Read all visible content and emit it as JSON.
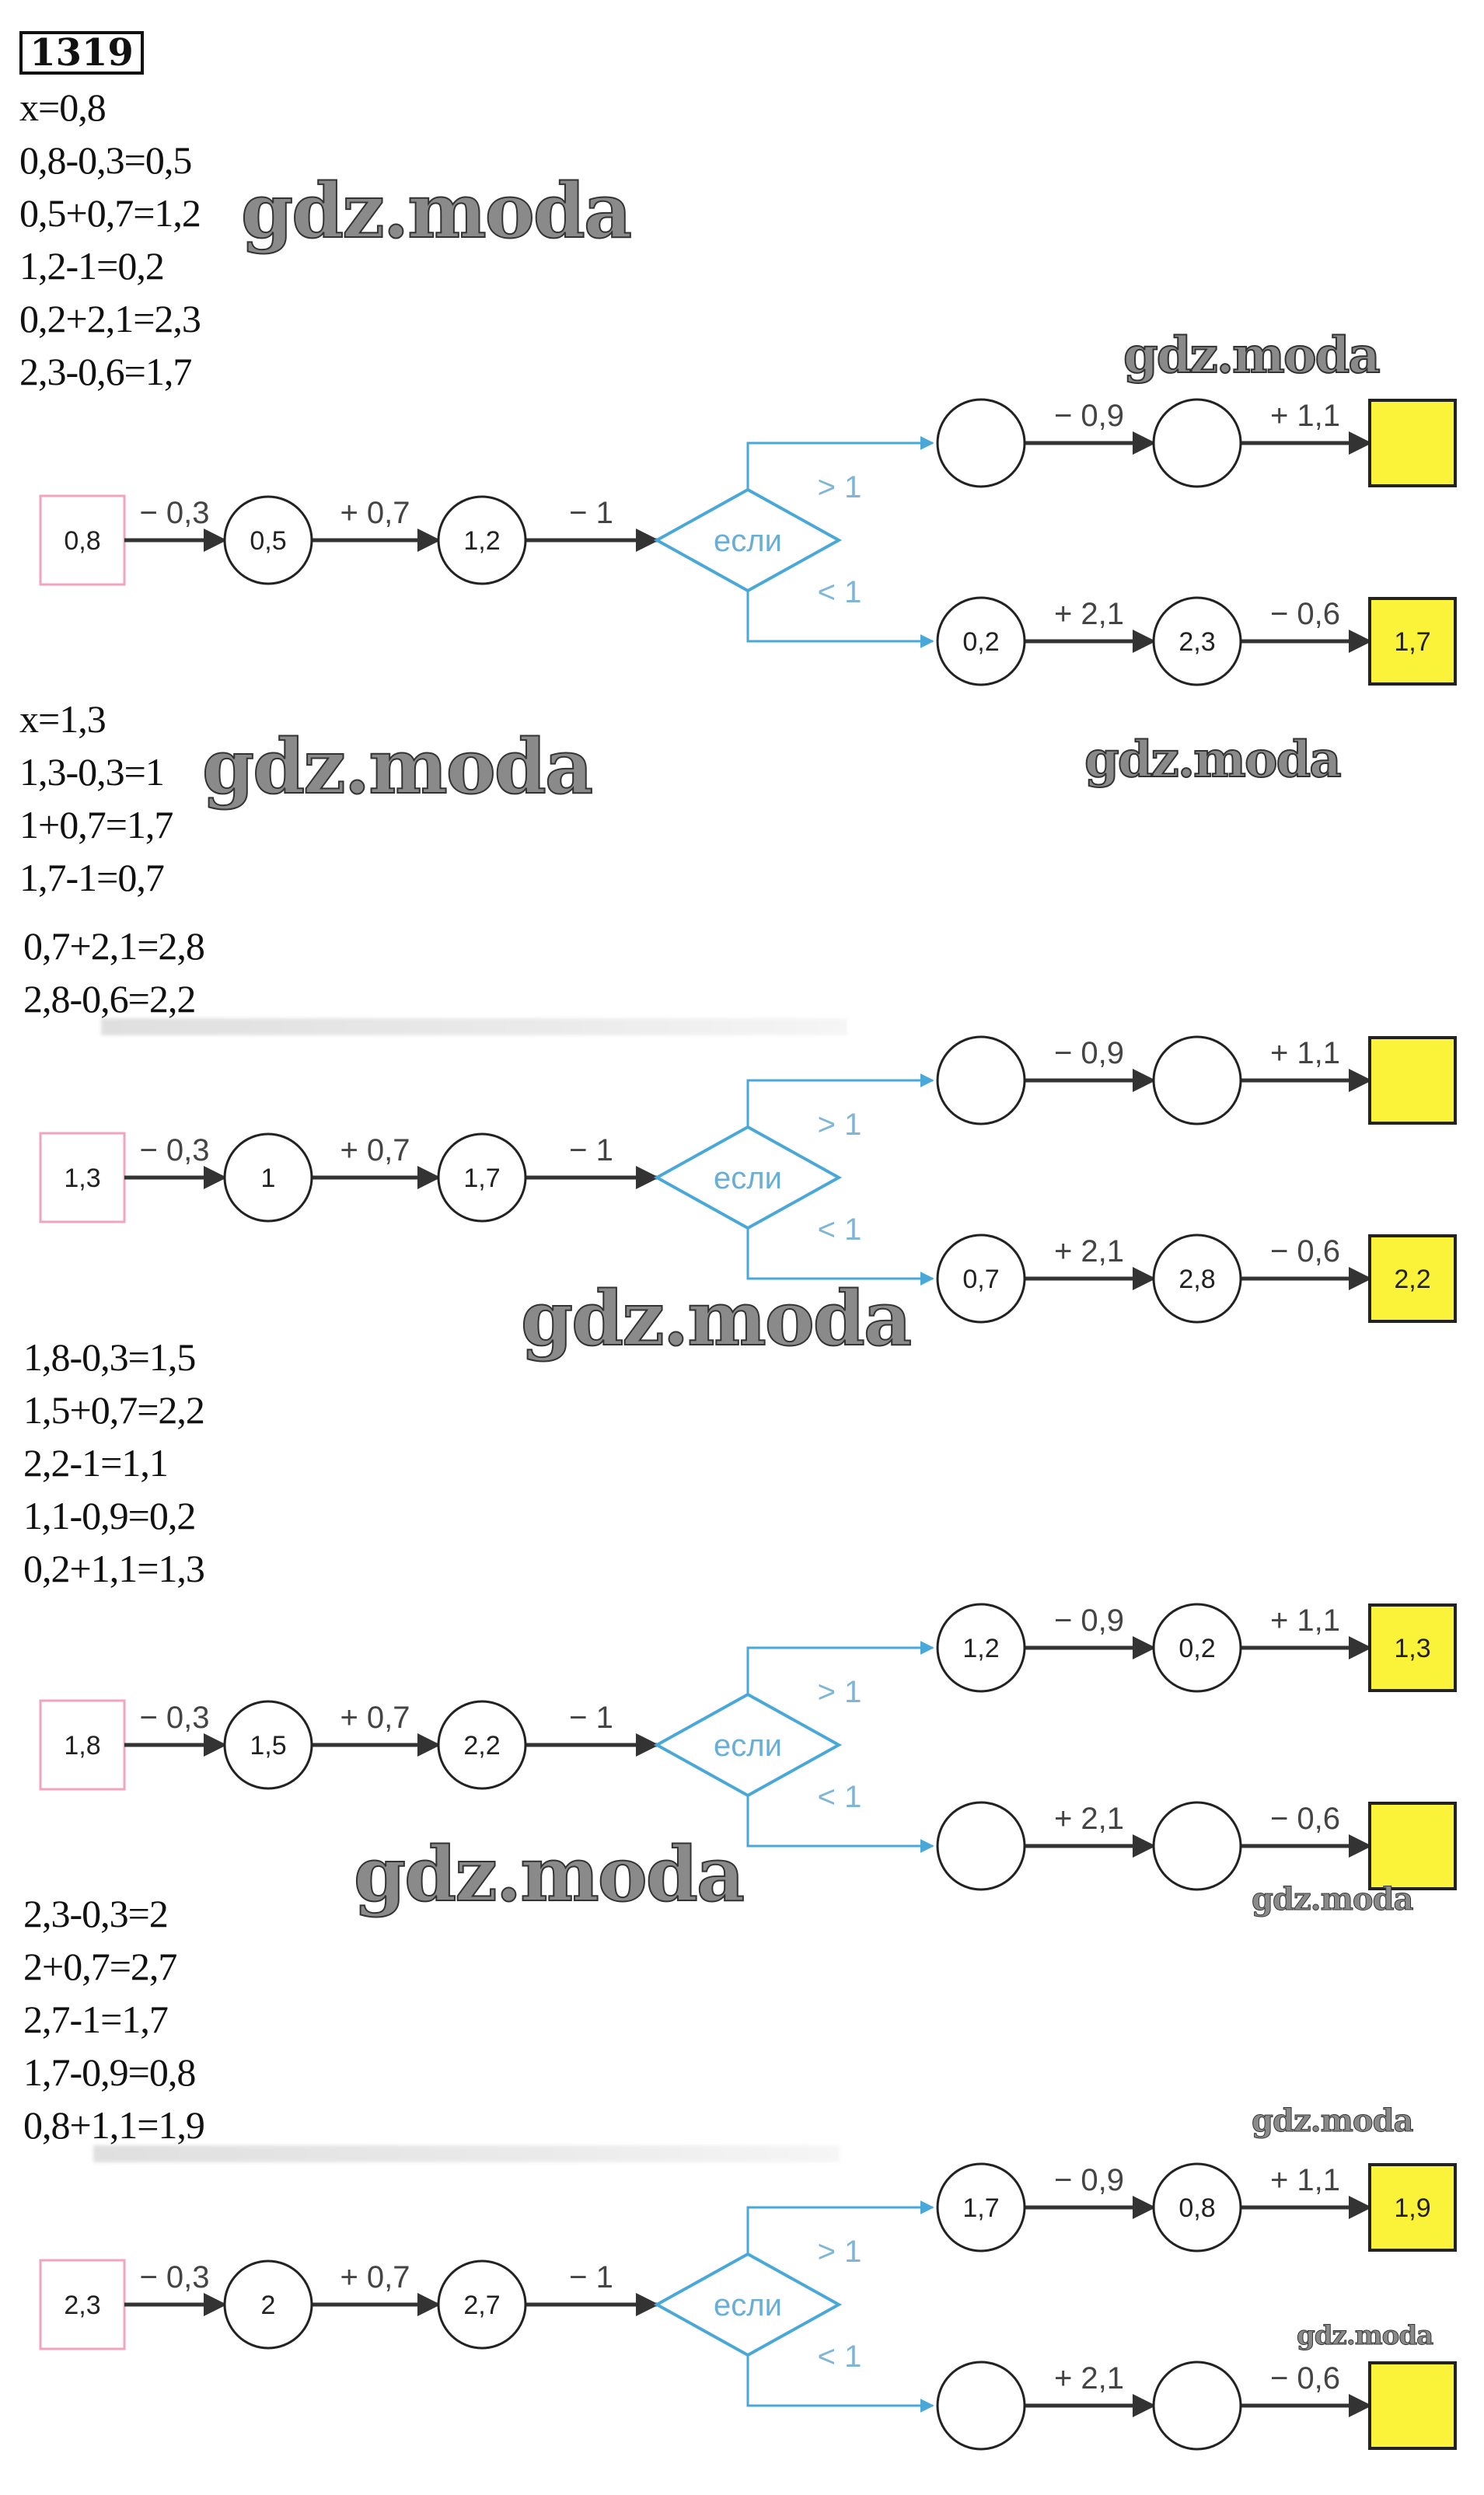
{
  "task_number": "1319",
  "watermark": "gdz.moda",
  "colors": {
    "input_border": "#f2a3bd",
    "decision_blue": "#4aa8d8",
    "result_fill": "#fbf23a",
    "result_border": "#222222",
    "arrow": "#333333"
  },
  "diagram_labels": {
    "decision": "если",
    "greater_branch": "> 1",
    "less_branch": "< 1",
    "operations": {
      "step1": "− 0,3",
      "step2": "+ 0,7",
      "step3": "− 1",
      "upper1": "− 0,9",
      "upper2": "+ 1,1",
      "lower1": "+ 2,1",
      "lower2": "− 0,6"
    }
  },
  "sections": [
    {
      "lines": [
        "x=0,8",
        "0,8-0,3=0,5",
        "0,5+0,7=1,2",
        "1,2-1=0,2",
        "0,2+2,1=2,3",
        "2,3-0,6=1,7"
      ],
      "diagram": {
        "input": "0,8",
        "n1": "0,5",
        "n2": "1,2",
        "upper1": "",
        "upper2": "",
        "upper_result": "",
        "lower1": "0,2",
        "lower2": "2,3",
        "lower_result": "1,7"
      }
    },
    {
      "lines": [
        "x=1,3",
        "1,3-0,3=1",
        "1+0,7=1,7",
        "1,7-1=0,7",
        "0,7+2,1=2,8",
        "2,8-0,6=2,2"
      ],
      "diagram": {
        "input": "1,3",
        "n1": "1",
        "n2": "1,7",
        "upper1": "",
        "upper2": "",
        "upper_result": "",
        "lower1": "0,7",
        "lower2": "2,8",
        "lower_result": "2,2"
      }
    },
    {
      "lines": [
        "1,8-0,3=1,5",
        "1,5+0,7=2,2",
        "2,2-1=1,1",
        "1,1-0,9=0,2",
        "0,2+1,1=1,3"
      ],
      "diagram": {
        "input": "1,8",
        "n1": "1,5",
        "n2": "2,2",
        "upper1": "1,2",
        "upper2": "0,2",
        "upper_result": "1,3",
        "lower1": "",
        "lower2": "",
        "lower_result": ""
      }
    },
    {
      "lines": [
        "2,3-0,3=2",
        "2+0,7=2,7",
        "2,7-1=1,7",
        "1,7-0,9=0,8",
        "0,8+1,1=1,9"
      ],
      "diagram": {
        "input": "2,3",
        "n1": "2",
        "n2": "2,7",
        "upper1": "1,7",
        "upper2": "0,8",
        "upper_result": "1,9",
        "lower1": "",
        "lower2": "",
        "lower_result": ""
      }
    }
  ]
}
